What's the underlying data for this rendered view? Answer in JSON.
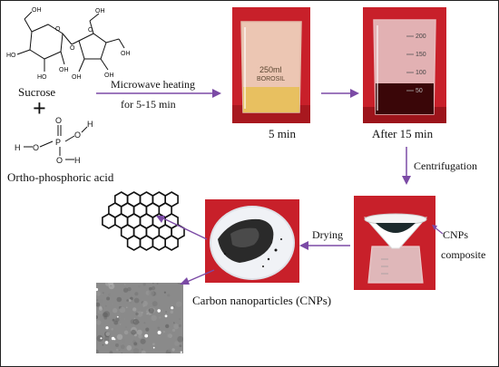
{
  "reactants": {
    "sucrose": "Sucrose",
    "plus": "+",
    "acid": "Ortho-phosphoric acid",
    "sucrose_atoms": {
      "oh1": "OH",
      "oh2": "HO",
      "oh3": "HO",
      "oh4": "OH",
      "oh5": "OH",
      "oh6": "OH",
      "oh7": "OH",
      "oh8": "OH",
      "o_ring1": "O",
      "o_ring2": "O",
      "o_link": "O"
    },
    "acid_atoms": {
      "p": "P",
      "o_top": "O",
      "h_left": "H",
      "o_left": "O",
      "o_right": "O",
      "h_right": "H",
      "o_bottom": "O",
      "h_bottom": "H"
    }
  },
  "steps": {
    "microwave_line1": "Microwave heating",
    "microwave_line2": "for 5-15 min",
    "time_5": "5 min",
    "time_15": "After 15 min",
    "centrifugation": "Centrifugation",
    "drying": "Drying",
    "cnps_line1": "CNPs",
    "cnps_line2": "composite",
    "product": "Carbon nanoparticles (CNPs)"
  },
  "beaker1": {
    "volume": "250ml",
    "brand": "BOROSIL"
  },
  "beaker2": {
    "marks": [
      "200",
      "150",
      "100",
      "50"
    ]
  },
  "colors": {
    "arrow": "#7b4aa5",
    "photo_background": "#c8202a",
    "solution_5min": "#e8c060",
    "solution_15min": "#3a0608"
  }
}
